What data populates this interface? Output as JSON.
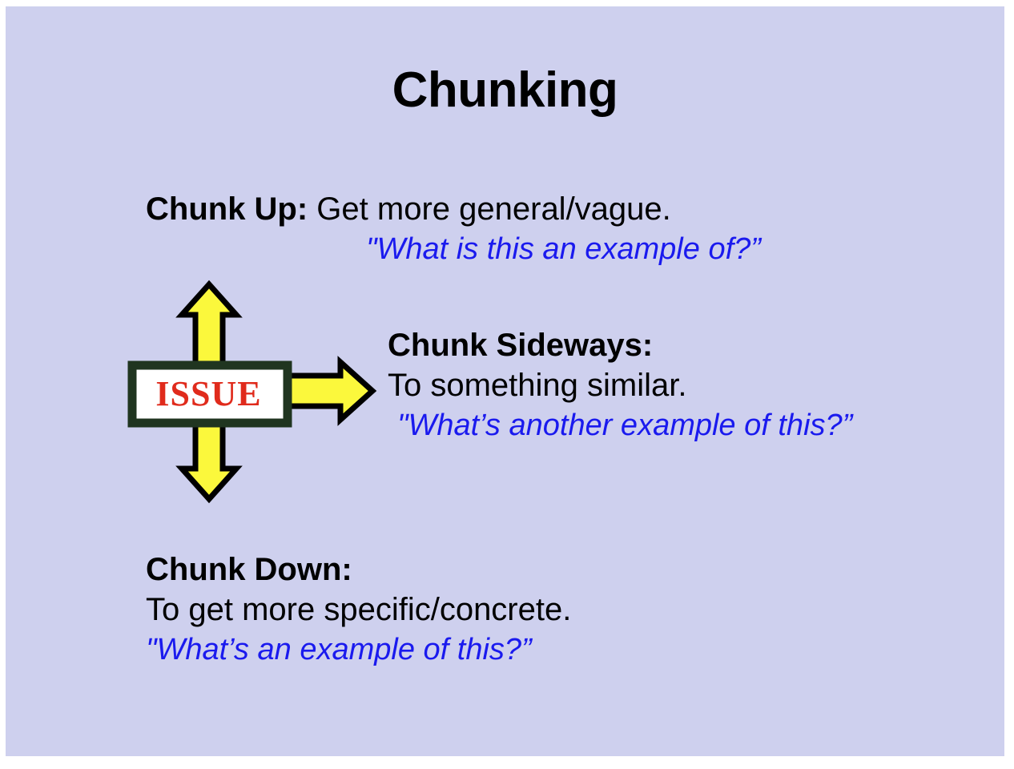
{
  "slide": {
    "background_color": "#ced0ee",
    "title": "Chunking"
  },
  "colors": {
    "background": "#ced0ee",
    "title_text": "#000000",
    "body_text": "#000000",
    "quote_blue": "#1a1aee",
    "issue_red": "#e02b1c",
    "arrow_yellow": "#fbf83c",
    "arrow_outline": "#000000",
    "box_border": "#203520",
    "box_fill": "#ffffff",
    "page_margin": "#ffffff"
  },
  "diagram": {
    "center_label": "ISSUE",
    "arrows": [
      {
        "name": "up-arrow",
        "direction": "up",
        "color": "#fbf83c"
      },
      {
        "name": "right-arrow",
        "direction": "right",
        "color": "#fbf83c"
      },
      {
        "name": "down-arrow",
        "direction": "down",
        "color": "#fbf83c"
      }
    ]
  },
  "blocks": {
    "chunk_up": {
      "lead": "Chunk Up:",
      "description": " Get more general/vague.",
      "quote": "\"What is this an example of?”"
    },
    "chunk_sideways": {
      "lead": "Chunk Sideways:",
      "description": "To something similar.",
      "quote": "\"What’s another example of this?”"
    },
    "chunk_down": {
      "lead": "Chunk Down:",
      "description": "To get more specific/concrete.",
      "quote": "\"What’s an example of this?”"
    }
  }
}
